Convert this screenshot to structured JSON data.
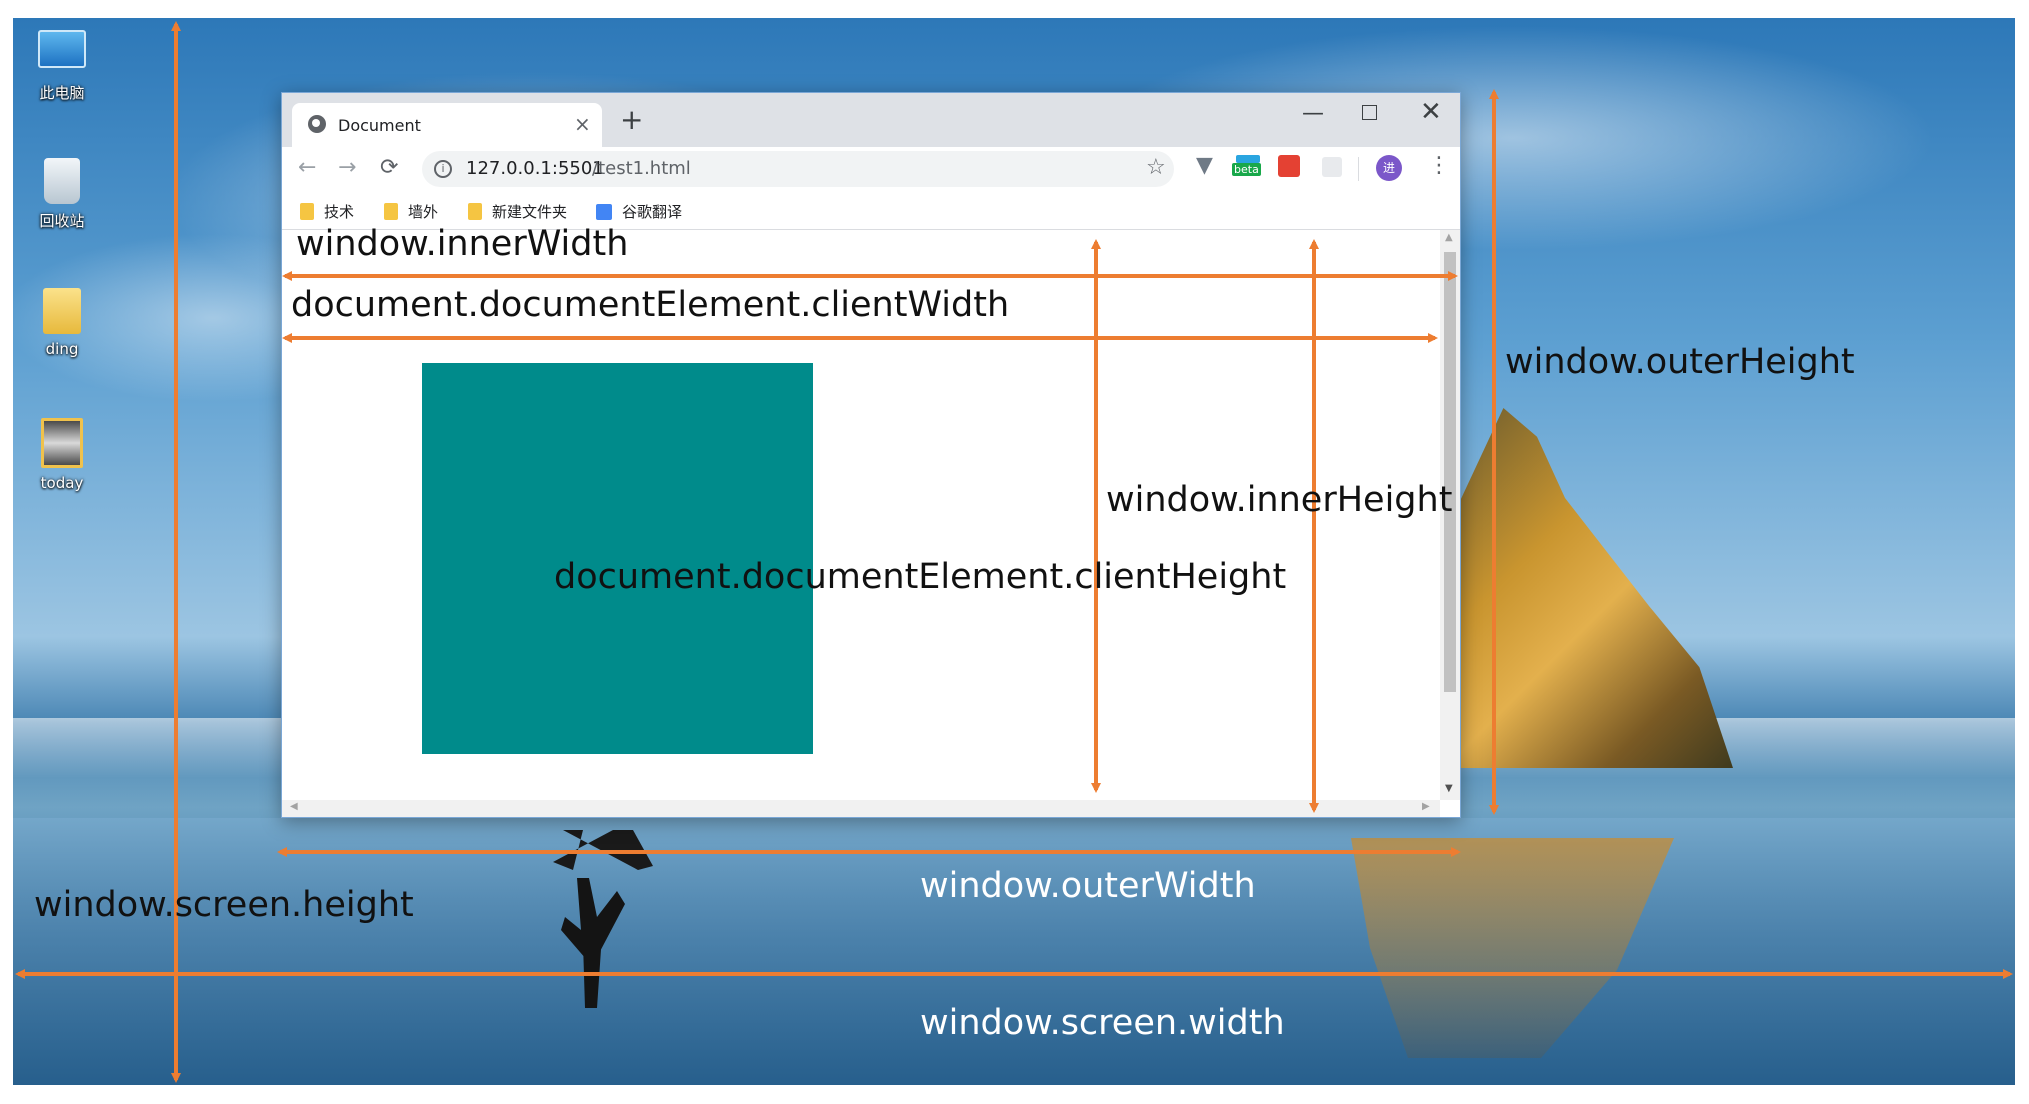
{
  "desktop": {
    "icons": [
      {
        "label": "此电脑"
      },
      {
        "label": "回收站"
      },
      {
        "label": "ding"
      },
      {
        "label": "today"
      }
    ]
  },
  "browser": {
    "tab": {
      "title": "Document",
      "close": "×"
    },
    "new_tab": "+",
    "window_controls": {
      "minimize": "—",
      "maximize": "",
      "close": "✕"
    },
    "nav": {
      "back": "←",
      "forward": "→",
      "reload": "⟳"
    },
    "url": {
      "host": "127.0.0.1:5501",
      "path": "/test1.html"
    },
    "info_glyph": "i",
    "star": "☆",
    "extensions": {
      "vue": "▼",
      "beta": "beta"
    },
    "avatar": "进",
    "menu": "⋮",
    "bookmarks": [
      {
        "label": "技术"
      },
      {
        "label": "墙外"
      },
      {
        "label": "新建文件夹"
      },
      {
        "label": "谷歌翻译"
      }
    ],
    "content_box_color": "#008b8b"
  },
  "annotations": {
    "inner_width": "window.innerWidth",
    "client_width": "document.documentElement.clientWidth",
    "outer_height": "window.outerHeight",
    "inner_height": "window.innerHeight",
    "client_height": "document.documentElement.clientHeight",
    "outer_width": "window.outerWidth",
    "screen_height": "window.screen.height",
    "screen_width": "window.screen.width",
    "arrow_color": "#ed7d31"
  }
}
